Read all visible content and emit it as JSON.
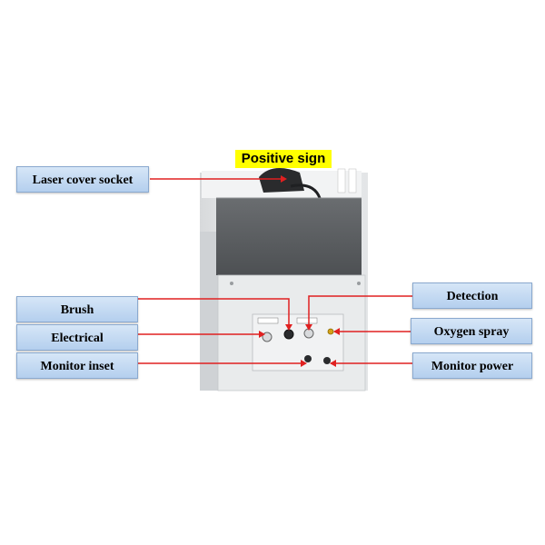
{
  "title": "Positive sign",
  "labels": {
    "laser_cover_socket": "Laser cover socket",
    "brush": "Brush",
    "electrical": "Electrical",
    "monitor_inset": "Monitor inset",
    "detection": "Detection",
    "oxygen_spray": "Oxygen spray",
    "monitor_power": "Monitor power"
  },
  "colors": {
    "leader_line": "#e02020",
    "label_fill": "#c6dbf3",
    "title_highlight": "#ffff00"
  }
}
